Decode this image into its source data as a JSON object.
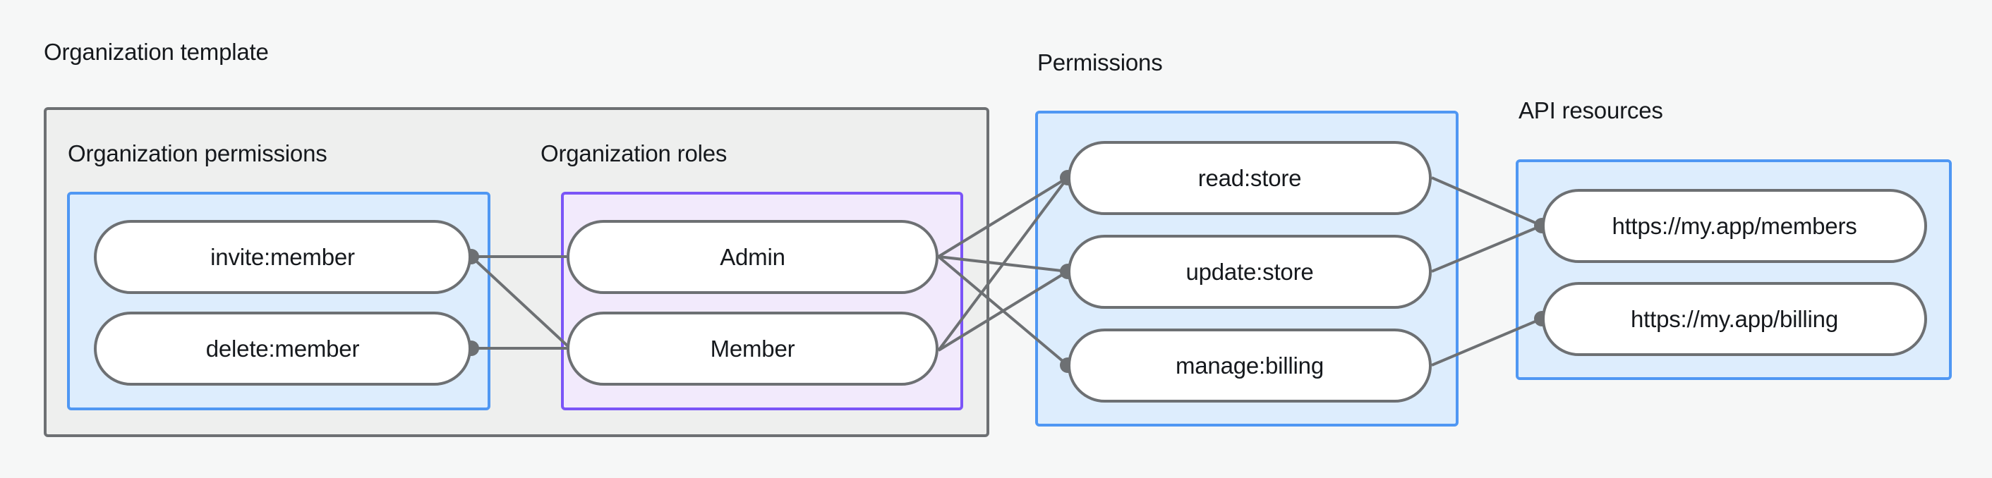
{
  "diagram": {
    "title_org_template": "Organization template",
    "title_permissions": "Permissions",
    "title_api_resources": "API resources",
    "subtitle_org_permissions": "Organization permissions",
    "subtitle_org_roles": "Organization roles"
  },
  "nodes": {
    "org_permissions": [
      {
        "id": "invite-member",
        "label": "invite:member"
      },
      {
        "id": "delete-member",
        "label": "delete:member"
      }
    ],
    "org_roles": [
      {
        "id": "admin",
        "label": "Admin"
      },
      {
        "id": "member",
        "label": "Member"
      }
    ],
    "permissions": [
      {
        "id": "read-store",
        "label": "read:store"
      },
      {
        "id": "update-store",
        "label": "update:store"
      },
      {
        "id": "manage-billing",
        "label": "manage:billing"
      }
    ],
    "api_resources": [
      {
        "id": "members-endpoint",
        "label": "https://my.app/members"
      },
      {
        "id": "billing-endpoint",
        "label": "https://my.app/billing"
      }
    ]
  },
  "edges": [
    {
      "from": "invite-member",
      "to": "admin"
    },
    {
      "from": "invite-member",
      "to": "member"
    },
    {
      "from": "delete-member",
      "to": "member"
    },
    {
      "from": "admin",
      "to": "read-store"
    },
    {
      "from": "admin",
      "to": "update-store"
    },
    {
      "from": "admin",
      "to": "manage-billing"
    },
    {
      "from": "member",
      "to": "read-store"
    },
    {
      "from": "member",
      "to": "update-store"
    },
    {
      "from": "read-store",
      "to": "members-endpoint"
    },
    {
      "from": "update-store",
      "to": "members-endpoint"
    },
    {
      "from": "manage-billing",
      "to": "billing-endpoint"
    }
  ],
  "colors": {
    "canvas_background": "#f6f7f7",
    "outer_group_fill": "#eeefee",
    "outer_group_border": "#6d7073",
    "blue_box_fill": "#ddedfd",
    "blue_box_border": "#4f97f3",
    "purple_box_fill": "#f2eafc",
    "purple_box_border": "#7b55f7",
    "pill_fill": "#ffffff",
    "pill_border": "#6d7073",
    "edge_stroke": "#6d7073",
    "text": "#16191d"
  }
}
